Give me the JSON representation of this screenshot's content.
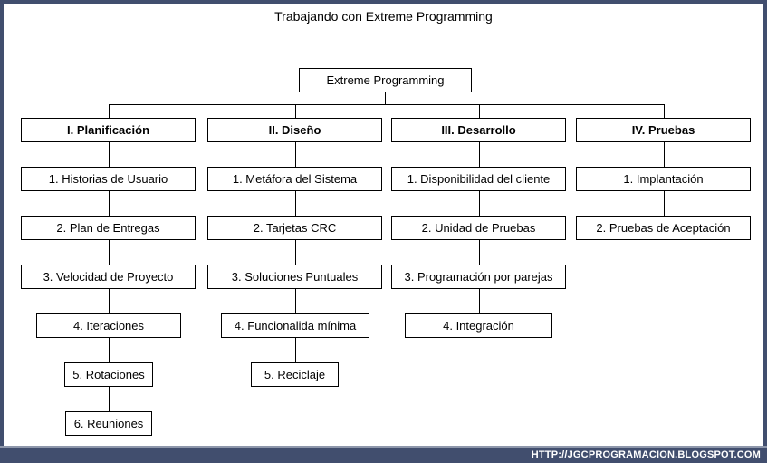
{
  "title": "Trabajando con Extreme Programming",
  "root": {
    "label": "Extreme Programming"
  },
  "columns": [
    {
      "header": "I. Planificación",
      "items": [
        "1. Historias de Usuario",
        "2. Plan de Entregas",
        "3. Velocidad de Proyecto",
        "4. Iteraciones",
        "5. Rotaciones",
        "6. Reuniones"
      ]
    },
    {
      "header": "II. Diseño",
      "items": [
        "1. Metáfora del Sistema",
        "2. Tarjetas CRC",
        "3. Soluciones Puntuales",
        "4. Funcionalida mínima",
        "5. Reciclaje"
      ]
    },
    {
      "header": "III. Desarrollo",
      "items": [
        "1. Disponibilidad del cliente",
        "2. Unidad de Pruebas",
        "3. Programación por parejas",
        "4. Integración"
      ]
    },
    {
      "header": "IV. Pruebas",
      "items": [
        "1. Implantación",
        "2. Pruebas de Aceptación"
      ]
    }
  ],
  "footer": {
    "url": "HTTP://JGCPROGRAMACION.BLOGSPOT.COM"
  },
  "colors": {
    "frame": "#414e6e",
    "frame_light": "#8e97ab",
    "box_border": "#000000",
    "background": "#ffffff",
    "footer_text": "#ffffff"
  }
}
